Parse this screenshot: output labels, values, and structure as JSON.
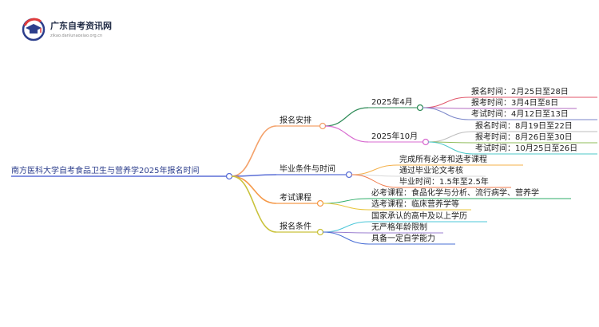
{
  "logo": {
    "title": "广东自考资讯网",
    "subtitle": "zikao.danlunaoxiao.org.cn"
  },
  "root": "南方医科大学自考食品卫生与营养学2025年报名时间",
  "branches": [
    {
      "label": "报名安排",
      "color": "#f4a26b",
      "children": [
        {
          "label": "2025年4月",
          "color": "#2e8b57",
          "children": [
            {
              "label": "报名时间：2月25日至28日",
              "color": "#e0566a"
            },
            {
              "label": "报考时间：3月4日至8日",
              "color": "#b36bc2"
            },
            {
              "label": "考试时间：4月12日至13日",
              "color": "#7a86c9"
            }
          ]
        },
        {
          "label": "2025年10月",
          "color": "#d86bd0",
          "children": [
            {
              "label": "报名时间：8月19日至22日",
              "color": "#bdbdbd"
            },
            {
              "label": "报考时间：8月26日至30日",
              "color": "#8fbc5a"
            },
            {
              "label": "考试时间：10月25日至26日",
              "color": "#4cc7c7"
            }
          ]
        }
      ]
    },
    {
      "label": "毕业条件与时间",
      "color": "#5b6fd6",
      "children": [
        {
          "label": "完成所有必考和选考课程",
          "color": "#f4b04a"
        },
        {
          "label": "通过毕业论文考核",
          "color": "#d9d9d9"
        },
        {
          "label": "毕业时间：1.5年至2.5年",
          "color": "#f07a4a"
        }
      ]
    },
    {
      "label": "考试课程",
      "color": "#f59a4a",
      "children": [
        {
          "label": "必考课程：食品化学与分析、流行病学、营养学",
          "color": "#2eae6a"
        },
        {
          "label": "选考课程：临床营养学等",
          "color": "#e8c53a"
        }
      ]
    },
    {
      "label": "报名条件",
      "color": "#c9c23a",
      "children": [
        {
          "label": "国家承认的高中及以上学历",
          "color": "#4cc7d9"
        },
        {
          "label": "无严格年龄限制",
          "color": "#9b7fd0"
        },
        {
          "label": "具备一定自学能力",
          "color": "#4a6fd6"
        }
      ]
    }
  ]
}
